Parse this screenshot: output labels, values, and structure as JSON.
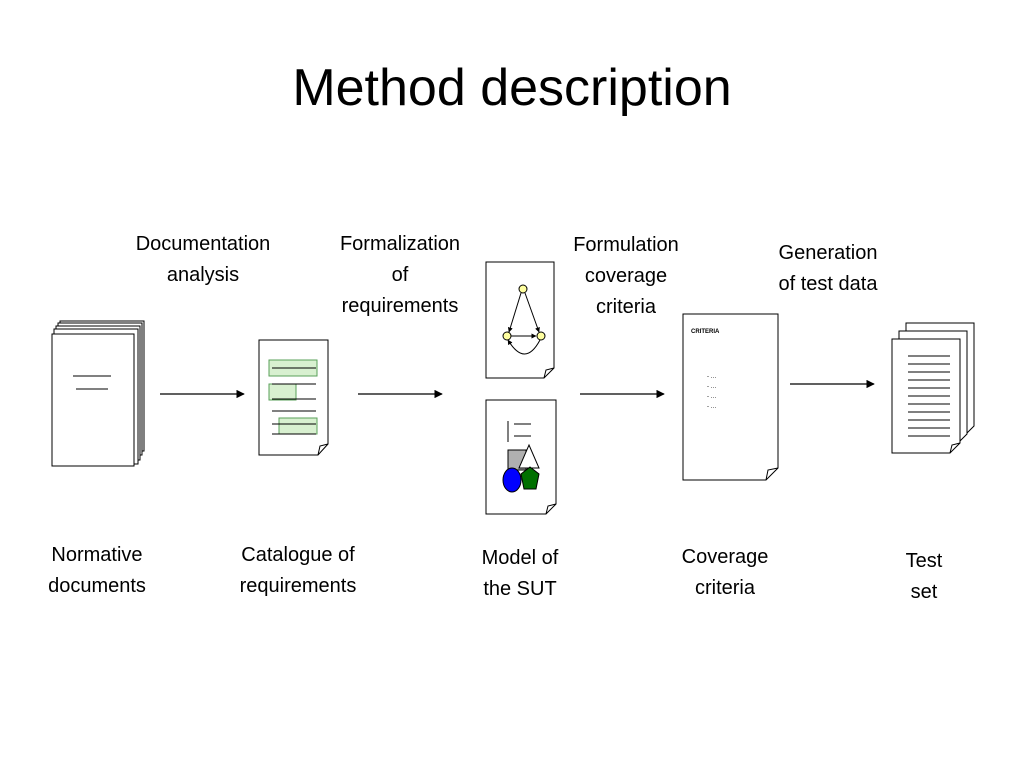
{
  "slide": {
    "title": "Method description"
  },
  "processes": [
    "Documentation\nanalysis",
    "Formalization\nof\nrequirements",
    "Formulation\ncoverage\ncriteria",
    "Generation\nof test data"
  ],
  "artifacts": [
    "Normative\ndocuments",
    "Catalogue of\nrequirements",
    "Model of\nthe SUT",
    "Coverage\ncriteria",
    "Test\nset"
  ],
  "criteria_doc": {
    "heading": "CRITERIA",
    "bullets": [
      "- …",
      "- …",
      "- …",
      "- …"
    ]
  },
  "colors": {
    "highlight_fill": "#d8f0d0",
    "highlight_stroke": "#5aa05a",
    "node_yellow": "#ffffa0",
    "shape_blue": "#0000ff",
    "shape_green": "#007000",
    "shape_gray": "#b0b0b0"
  }
}
